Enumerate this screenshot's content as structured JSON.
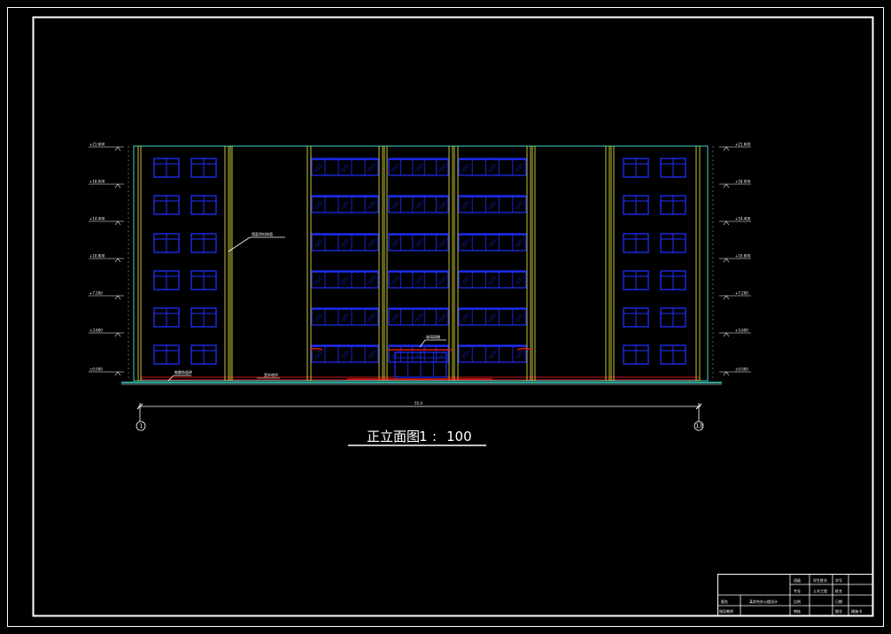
{
  "drawing": {
    "title": "正立面图",
    "scale_ratio": "1",
    "scale_sep": ":",
    "scale_value": "100",
    "axis_left": "1",
    "axis_right": "13",
    "total_dimension": "55.0",
    "colors": {
      "background": "#000000",
      "frame": "#ffffff",
      "window": "#1f2fff",
      "column": "#d8d83a",
      "outline": "#3ad8c8",
      "base": "#e01818",
      "ground": "#3ad8c8"
    }
  },
  "elevations_left": [
    "+21.600",
    "+18.000",
    "+14.400",
    "+10.800",
    "+7.200",
    "+3.600",
    "±0.000"
  ],
  "elevations_right": [
    "+21.600",
    "+18.000",
    "+14.400",
    "+10.800",
    "+7.200",
    "+3.600",
    "±0.000"
  ],
  "annotations": {
    "wall_finish": "墙面涂料饰面",
    "entrance_sign": "玻璃雨棚",
    "base_finish": "勒脚饰面砖",
    "ground_note": "室外地坪"
  },
  "title_block": {
    "r1": [
      "班级",
      "学生姓名",
      "学号"
    ],
    "r2": [
      "专业",
      "土木工程",
      "姓名"
    ],
    "r3_label": "图名",
    "r3_name": "某综合办公楼设计",
    "r3": [
      "比例",
      "日期"
    ],
    "r4_label": "指导教师",
    "r4": [
      "审核",
      "图号",
      "建施-6"
    ]
  }
}
